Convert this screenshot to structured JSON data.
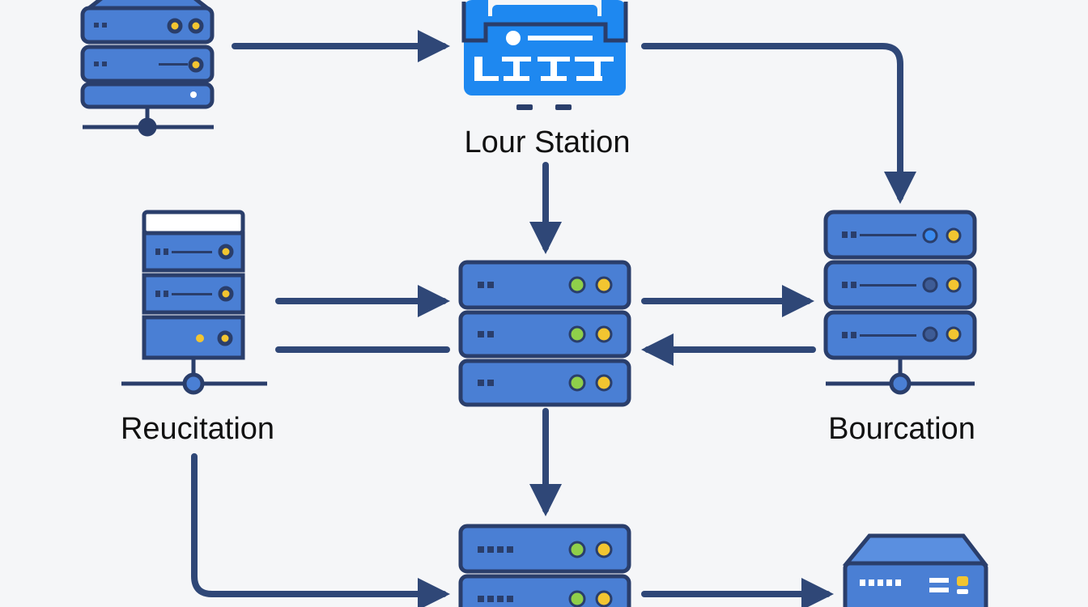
{
  "colors": {
    "background": "#f5f6f8",
    "outline": "#2a3e6b",
    "server_fill": "#4a7fd4",
    "station_fill": "#1e88f0",
    "light_yellow": "#f2c531",
    "light_green": "#8fcf4a",
    "light_blue": "#3c8cf0",
    "arrow": "#2f4777"
  },
  "nodes": [
    {
      "id": "top-left-server",
      "icon": "server-stack-icon",
      "label": ""
    },
    {
      "id": "lour-station",
      "icon": "station-icon",
      "label": "Lour Station"
    },
    {
      "id": "reucitation",
      "icon": "server-stack-icon",
      "label": "Reucitation"
    },
    {
      "id": "central-server",
      "icon": "server-stack-icon",
      "label": ""
    },
    {
      "id": "bourcation",
      "icon": "server-stack-icon",
      "label": "Bourcation"
    },
    {
      "id": "bottom-server",
      "icon": "server-stack-icon",
      "label": ""
    },
    {
      "id": "bottom-right-device",
      "icon": "storage-device-icon",
      "label": ""
    }
  ],
  "edges": [
    {
      "from": "top-left-server",
      "to": "lour-station"
    },
    {
      "from": "lour-station",
      "to": "bourcation"
    },
    {
      "from": "lour-station",
      "to": "central-server"
    },
    {
      "from": "reucitation",
      "to": "central-server"
    },
    {
      "from": "central-server",
      "to": "bourcation"
    },
    {
      "from": "bourcation",
      "to": "central-server"
    },
    {
      "from": "central-server",
      "to": "bottom-server"
    },
    {
      "from": "reucitation",
      "to": "bottom-server"
    },
    {
      "from": "bottom-server",
      "to": "bottom-right-device"
    }
  ]
}
